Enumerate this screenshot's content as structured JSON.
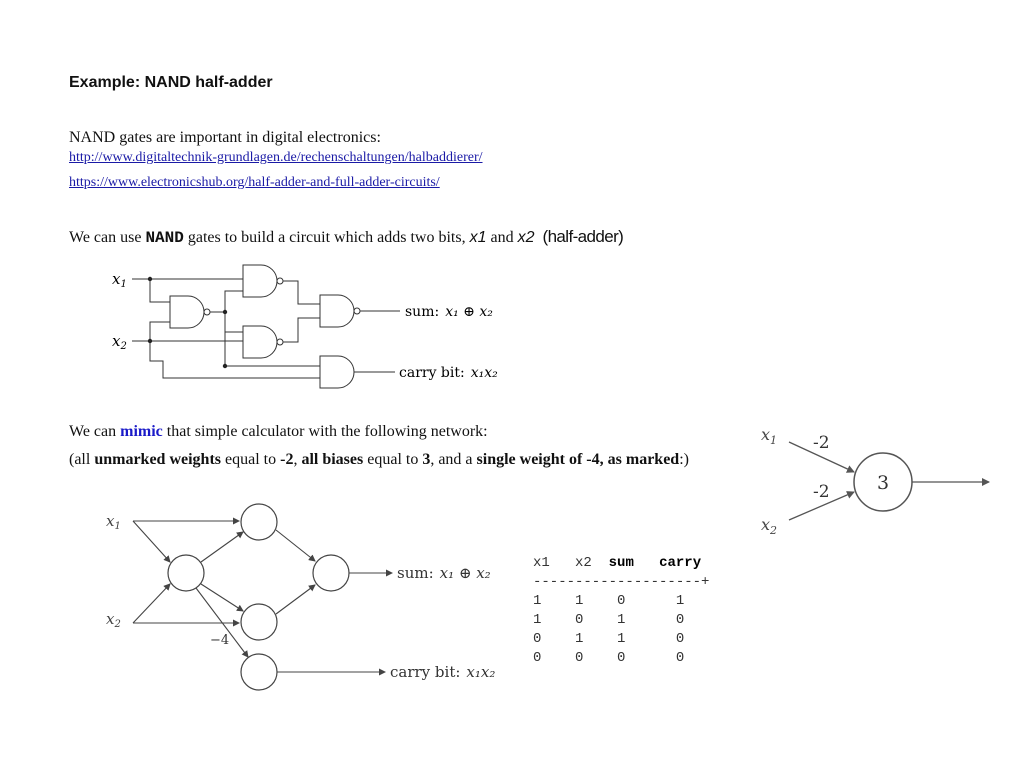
{
  "title": "Example: NAND  half-adder",
  "intro": {
    "text": "NAND gates are important in digital electronics:",
    "links": [
      "http://www.digitaltechnik-grundlagen.de/rechenschaltungen/halbaddierer/",
      "https://www.electronicshub.org/half-adder-and-full-adder-circuits/"
    ]
  },
  "sentence1": {
    "pre": "We can use ",
    "nand": "NAND",
    "mid": " gates to build a circuit which adds two bits, ",
    "x1": "x1",
    "and": " and ",
    "x2": "x2",
    "paren": "(half-adder)"
  },
  "sentence2": {
    "pre": "We can ",
    "mimic": "mimic",
    "post": " that simple calculator with the following network:"
  },
  "sentence3": {
    "p1": "(all ",
    "b1": "unmarked weights",
    "p2": " equal to ",
    "b2": "-2",
    "p3": ", ",
    "b3": "all biases",
    "p4": " equal to ",
    "b4": "3",
    "p5": ", and a ",
    "b5": "single weight of -4, as marked",
    "p6": ":)"
  },
  "circuit": {
    "x1": "x",
    "x1_sub": "1",
    "x2": "x",
    "x2_sub": "2",
    "sum_label": "sum:",
    "sum_expr": "x₁ ⊕ x₂",
    "carry_label": "carry bit:",
    "carry_expr": "x₁x₂"
  },
  "network": {
    "x1": "x",
    "x1_sub": "1",
    "x2": "x",
    "x2_sub": "2",
    "weight_marked": "−4",
    "sum_label": "sum:",
    "sum_expr": "x₁ ⊕ x₂",
    "carry_label": "carry bit:",
    "carry_expr": "x₁x₂"
  },
  "neuron": {
    "x1": "x",
    "x1_sub": "1",
    "x2": "x",
    "x2_sub": "2",
    "w1": "-2",
    "w2": "-2",
    "bias": "3"
  },
  "truth_table": {
    "headers": [
      "x1",
      "x2",
      "sum",
      "carry"
    ],
    "separator": "--------------------+",
    "rows": [
      [
        "1",
        "1",
        "0",
        "1"
      ],
      [
        "1",
        "0",
        "1",
        "0"
      ],
      [
        "0",
        "1",
        "1",
        "0"
      ],
      [
        "0",
        "0",
        "0",
        "0"
      ]
    ]
  }
}
